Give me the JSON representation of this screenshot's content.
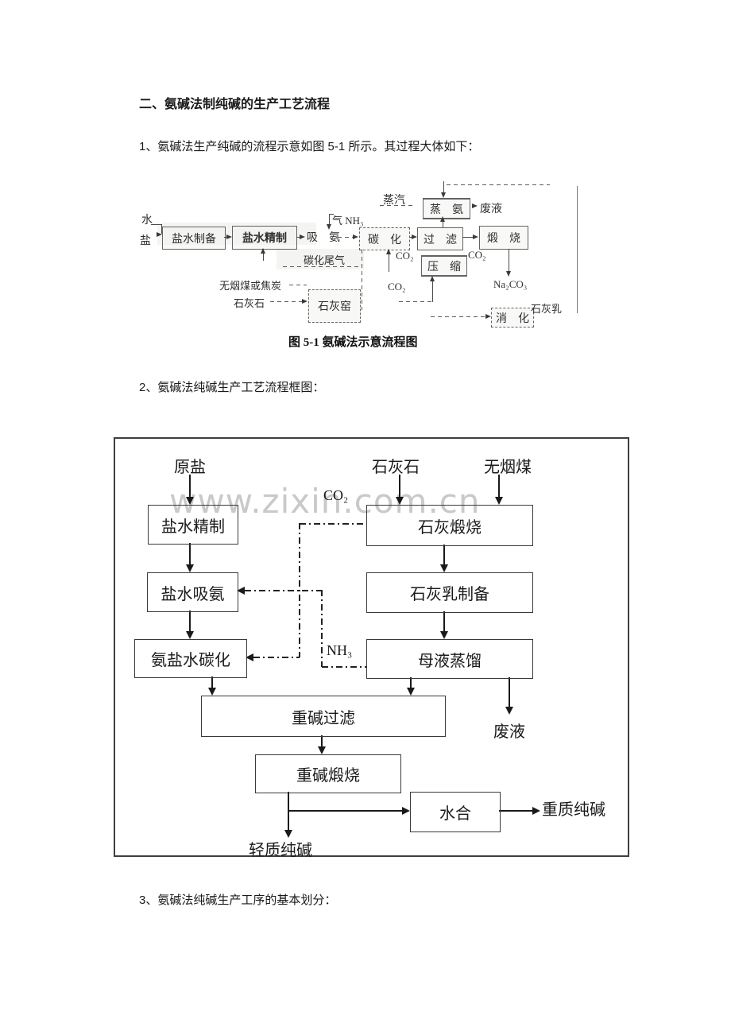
{
  "page": {
    "heading": "二、氨碱法制纯碱的生产工艺流程",
    "para1": "1、氨碱法生产纯碱的流程示意如图 5-1 所示。其过程大体如下：",
    "para2": "2、氨碱法纯碱生产工艺流程框图：",
    "para3": "3、氨碱法纯碱生产工序的基本划分："
  },
  "figure51": {
    "caption": "图 5-1  氨碱法示意流程图",
    "labels": {
      "water": "水",
      "salt": "盐",
      "brine_prep": "盐水制备",
      "brine_refine": "盐水精制",
      "absorb": "吸　氨",
      "gas_nh3": "气 NH₃",
      "carbonate": "碳　化",
      "filter": "过　滤",
      "calcine": "煅　烧",
      "steam": "蒸汽",
      "distill": "蒸　氨",
      "waste": "废液",
      "tail_gas": "碳化尾气",
      "co2": "CO₂",
      "compress": "压　缩",
      "coal": "无烟煤或焦炭",
      "limestone": "石灰石",
      "lime_kiln": "石灰窑",
      "na2co3": "Na₂CO₃",
      "slake": "消　化",
      "lime_milk": "石灰乳"
    }
  },
  "flowchart": {
    "watermark": "www.zixin.com.cn",
    "inputs": [
      "原盐",
      "石灰石",
      "无烟煤"
    ],
    "boxes": [
      "盐水精制",
      "石灰煅烧",
      "盐水吸氨",
      "石灰乳制备",
      "氨盐水碳化",
      "母液蒸馏",
      "重碱过滤",
      "重碱煅烧",
      "水合"
    ],
    "labels": {
      "co2": "CO₂",
      "nh3": "NH₃",
      "waste": "废液",
      "light_soda": "轻质纯碱",
      "dense_soda": "重质纯碱"
    }
  },
  "colors": {
    "ink": "#1a1a1a",
    "box_border": "#3a3a3a",
    "frame_border": "#3f3f3f",
    "watermark": "#c9c9c9",
    "scan_ink": "#2e2e2e",
    "background": "#ffffff"
  }
}
